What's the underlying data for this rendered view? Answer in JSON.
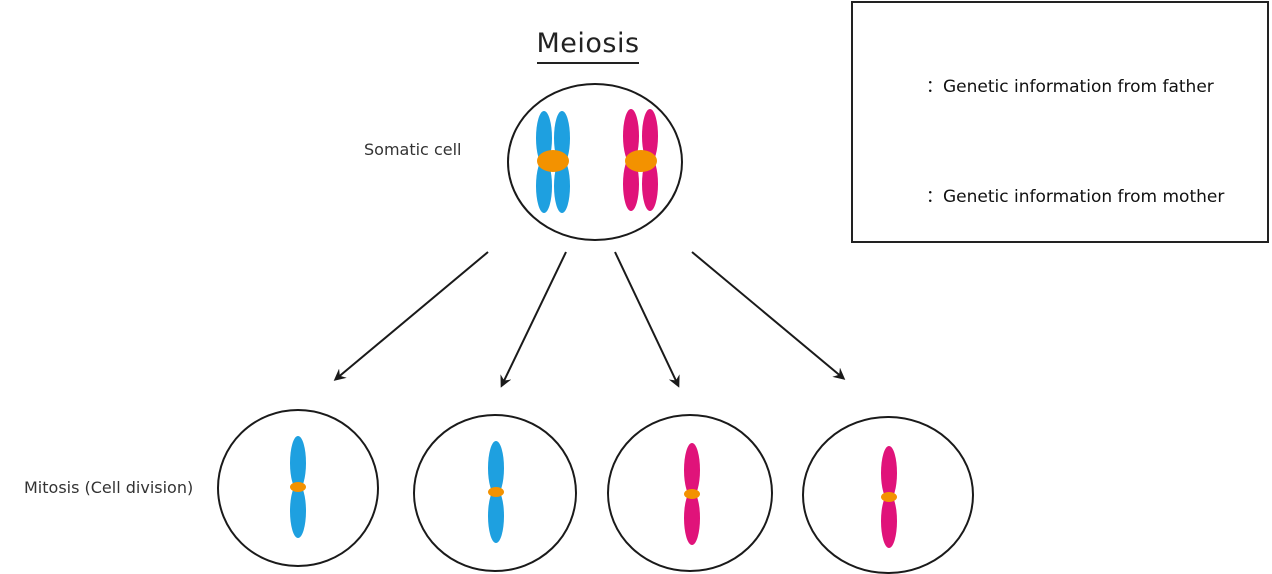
{
  "title": "Meiosis",
  "labels": {
    "somatic_cell": "Somatic cell",
    "mitosis": "Mitosis (Cell division)"
  },
  "legend": {
    "father_text": "：Genetic information from father",
    "mother_text": "：Genetic information from mother"
  },
  "colors": {
    "father": "#1ea0e0",
    "mother": "#e0137a",
    "centromere": "#f39200",
    "outline": "#1a1a1a"
  },
  "daughter_cells": [
    {
      "chromosome": "father"
    },
    {
      "chromosome": "father"
    },
    {
      "chromosome": "mother"
    },
    {
      "chromosome": "mother"
    }
  ]
}
